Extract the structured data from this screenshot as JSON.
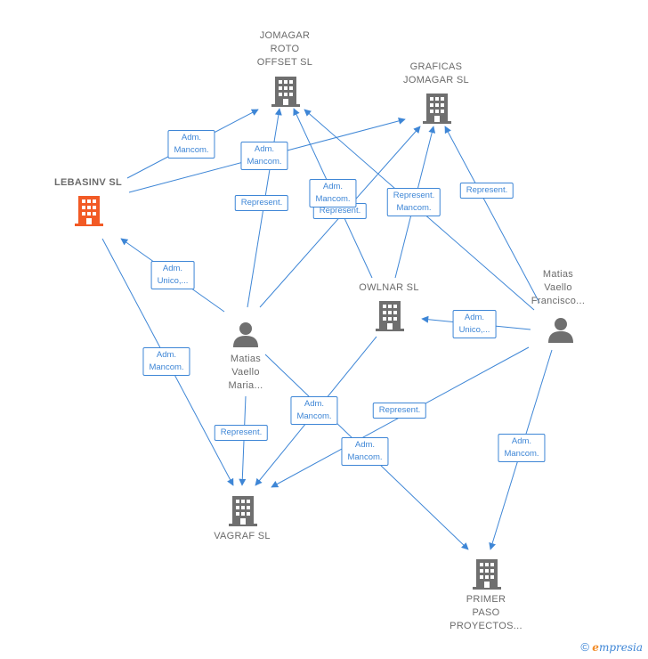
{
  "companies": {
    "jomagar_roto": {
      "lines": [
        "JOMAGAR",
        "ROTO",
        "OFFSET SL"
      ]
    },
    "graficas_jomagar": {
      "lines": [
        "GRAFICAS",
        "JOMAGAR SL"
      ]
    },
    "lebasinv": {
      "lines": [
        "LEBASINV  SL"
      ]
    },
    "owlnar": {
      "lines": [
        "OWLNAR  SL"
      ]
    },
    "vagraf": {
      "lines": [
        "VAGRAF  SL"
      ]
    },
    "primer_paso": {
      "lines": [
        "PRIMER",
        "PASO",
        "PROYECTOS..."
      ]
    }
  },
  "persons": {
    "matias_maria": {
      "lines": [
        "Matias",
        "Vaello",
        "Maria..."
      ]
    },
    "matias_francisco": {
      "lines": [
        "Matias",
        "Vaello",
        "Francisco..."
      ]
    }
  },
  "edge_labels": {
    "e1": [
      "Adm.",
      "Mancom."
    ],
    "e2": [
      "Adm.",
      "Mancom."
    ],
    "e3": [
      "Represent."
    ],
    "e4": [
      "Adm.",
      "Mancom."
    ],
    "e5": [
      "Represent."
    ],
    "e6": [
      "Represent.",
      "Mancom."
    ],
    "e7": [
      "Represent."
    ],
    "e8": [
      "Adm.",
      "Unico,..."
    ],
    "e9": [
      "Adm.",
      "Unico,..."
    ],
    "e10": [
      "Adm.",
      "Mancom."
    ],
    "e11": [
      "Represent."
    ],
    "e12": [
      "Adm.",
      "Mancom."
    ],
    "e13": [
      "Represent."
    ],
    "e14": [
      "Adm.",
      "Mancom."
    ],
    "e15": [
      "Adm.",
      "Mancom."
    ]
  },
  "colors": {
    "edge": "#3e86d6",
    "building": "#6f6f6f",
    "highlight": "#f25a25",
    "text": "#6b6b6b"
  },
  "brand": {
    "copyright": "©",
    "e": "e",
    "rest": "mpresia"
  }
}
